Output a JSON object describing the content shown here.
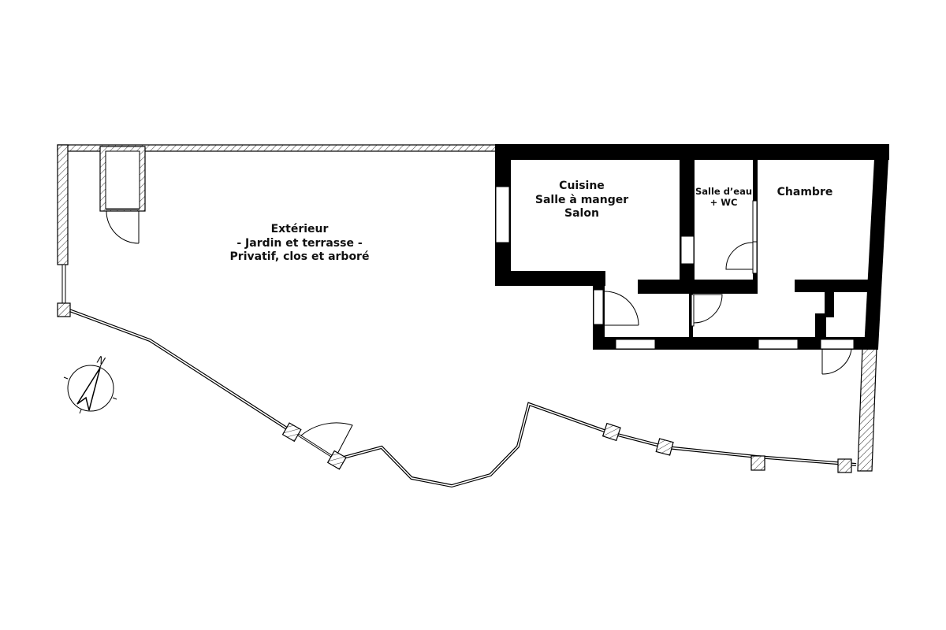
{
  "plan": {
    "title": "Floor plan",
    "colors": {
      "wall": "#000000",
      "hatch": "#333333",
      "background": "#ffffff"
    },
    "rooms": [
      {
        "id": "exterieur",
        "lines": [
          "Extérieur",
          "- Jardin et terrasse -",
          "Privatif, clos et arboré"
        ]
      },
      {
        "id": "cuisine",
        "lines": [
          "Cuisine",
          "Salle à manger",
          "Salon"
        ]
      },
      {
        "id": "salle-deau",
        "lines": [
          "Salle d’eau",
          "+ WC"
        ]
      },
      {
        "id": "chambre",
        "lines": [
          "Chambre"
        ]
      }
    ],
    "compass": {
      "label": "N"
    }
  }
}
